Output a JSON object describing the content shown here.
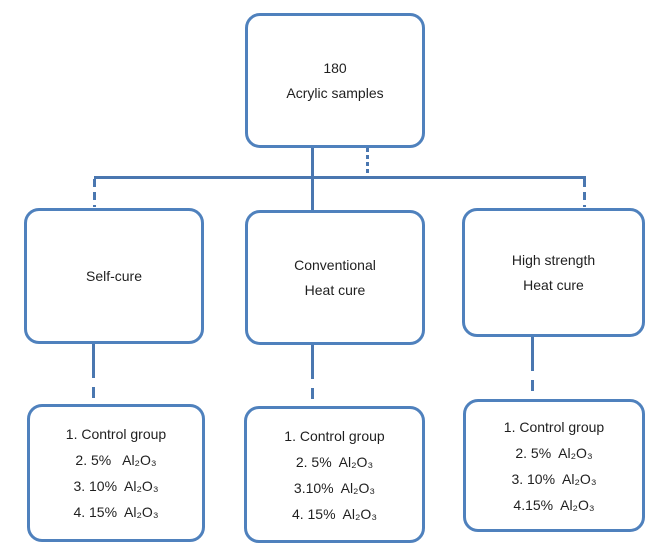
{
  "colors": {
    "box_border": "#4f81bd",
    "connector": "#4a77b0",
    "text": "#1f1f1f",
    "background": "#ffffff"
  },
  "root_box": {
    "lines": [
      "180",
      "Acrylic samples"
    ]
  },
  "branch_boxes": [
    {
      "lines": [
        "Self-cure"
      ]
    },
    {
      "lines": [
        "Conventional",
        "Heat cure"
      ]
    },
    {
      "lines": [
        "High strength",
        "Heat cure"
      ]
    }
  ],
  "group_boxes": [
    {
      "lines": [
        "1. Control group",
        "2. 5%   Al₂O₃",
        "3. 10%  Al₂O₃",
        "4. 15%  Al₂O₃"
      ]
    },
    {
      "lines": [
        "1. Control group",
        "2. 5%  Al₂O₃",
        "3.10%  Al₂O₃",
        "4. 15%  Al₂O₃"
      ]
    },
    {
      "lines": [
        "1. Control group",
        "2. 5%  Al₂O₃",
        "3. 10%  Al₂O₃",
        "4.15%  Al₂O₃"
      ]
    }
  ]
}
